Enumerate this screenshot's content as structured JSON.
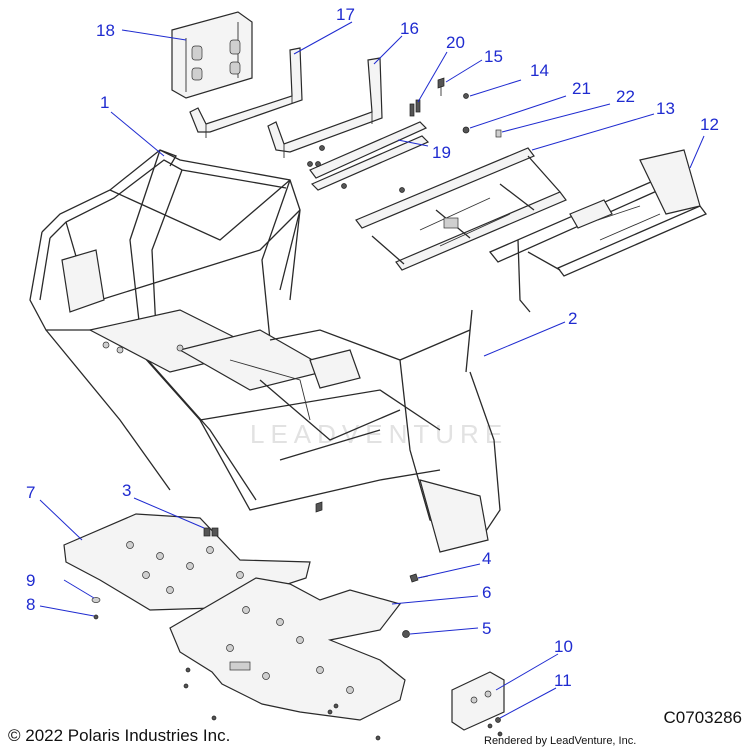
{
  "callouts": [
    "1",
    "2",
    "3",
    "4",
    "5",
    "6",
    "7",
    "8",
    "9",
    "10",
    "11",
    "12",
    "13",
    "14",
    "15",
    "16",
    "17",
    "18",
    "19",
    "20",
    "21",
    "22"
  ],
  "watermark": "LEADVENTURE",
  "footer": {
    "copyright": "© 2022 Polaris Industries Inc.",
    "rendered_by": "Rendered by LeadVenture, Inc.",
    "diagram_code": "C0703286"
  },
  "colors": {
    "callout": "#1f2bd0",
    "line": "#2a2a2a"
  }
}
